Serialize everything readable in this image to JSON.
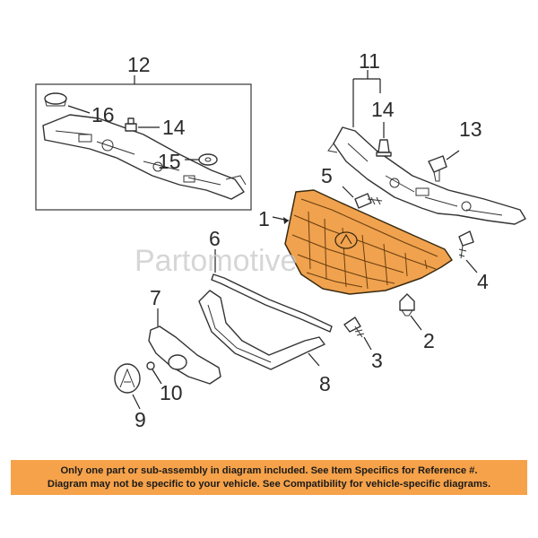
{
  "watermark": "Partomotive",
  "callouts": {
    "c1": "1",
    "c2": "2",
    "c3": "3",
    "c4": "4",
    "c5": "5",
    "c6": "6",
    "c7": "7",
    "c8": "8",
    "c9": "9",
    "c10": "10",
    "c11": "11",
    "c12": "12",
    "c13": "13",
    "c14a": "14",
    "c14b": "14",
    "c15": "15",
    "c16": "16"
  },
  "colors": {
    "highlight": "#f6a24a",
    "grille_fill": "#f0a24e"
  },
  "notice": {
    "line1": "Only one part or sub-assembly in diagram included. See Item Specifics for Reference #.",
    "line2": "Diagram may not be specific to your vehicle. See Compatibility for vehicle-specific diagrams."
  }
}
